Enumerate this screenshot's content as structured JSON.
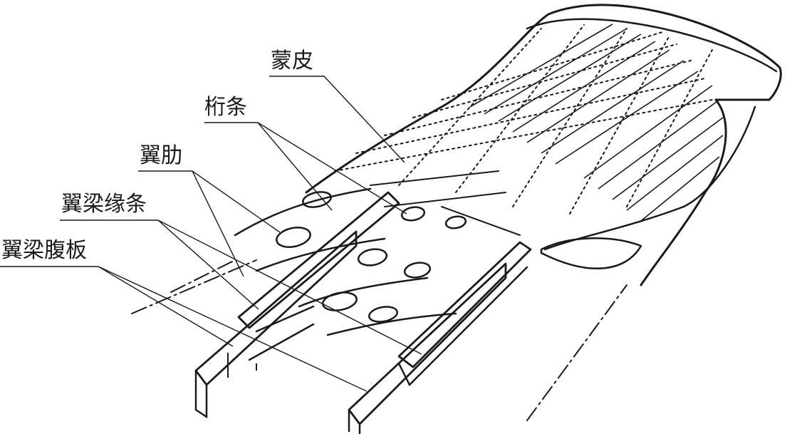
{
  "labels": {
    "skin": "蒙皮",
    "stringer": "桁条",
    "rib": "翼肋",
    "spar_cap": "翼梁缘条",
    "spar_web": "翼梁腹板"
  },
  "colors": {
    "ink": "#1a1a1a",
    "background": "#ffffff"
  }
}
